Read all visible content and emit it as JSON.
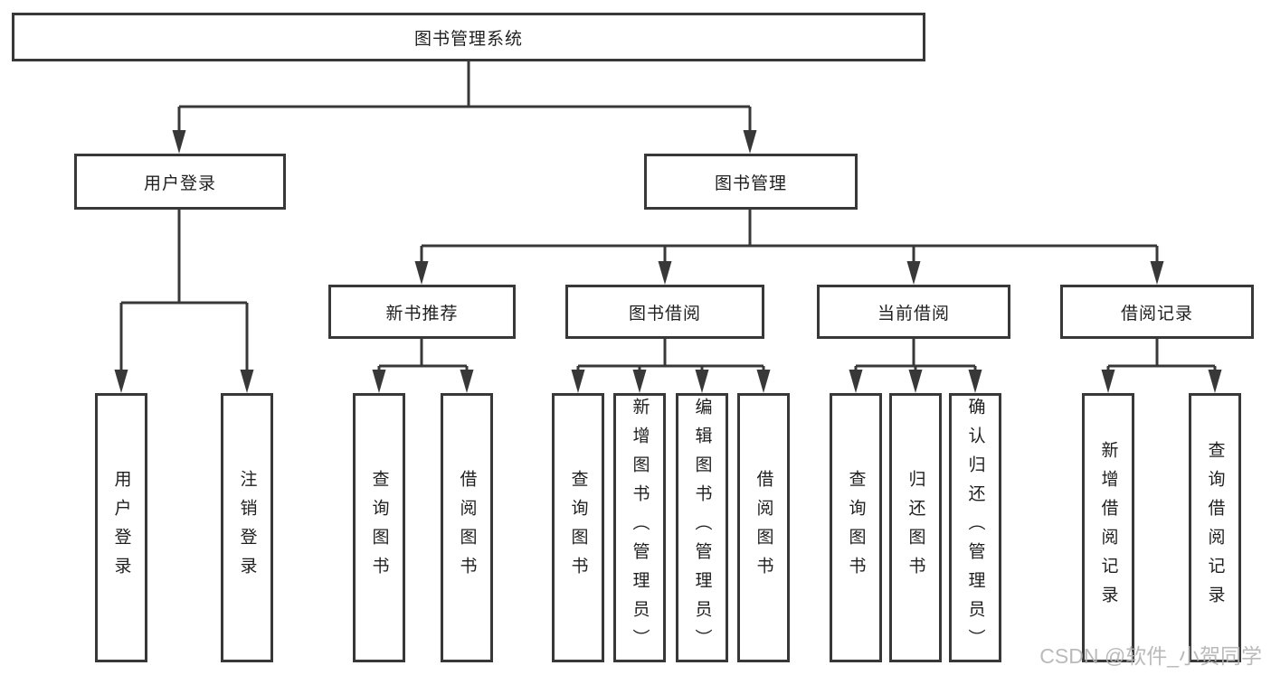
{
  "diagram": {
    "root": "图书管理系统",
    "branches": [
      {
        "label": "用户登录",
        "children": [
          "用户登录",
          "注销登录"
        ]
      },
      {
        "label": "图书管理",
        "groups": [
          {
            "label": "新书推荐",
            "children": [
              "查询图书",
              "借阅图书"
            ]
          },
          {
            "label": "图书借阅",
            "children": [
              "查询图书",
              "新增图书（管理员）",
              "编辑图书（管理员）",
              "借阅图书"
            ]
          },
          {
            "label": "当前借阅",
            "children": [
              "查询图书",
              "归还图书",
              "确认归还（管理员）"
            ]
          },
          {
            "label": "借阅记录",
            "children": [
              "新增借阅记录",
              "查询借阅记录"
            ]
          }
        ]
      }
    ]
  },
  "watermark": "CSDN @软件_小贺同学",
  "colors": {
    "line": "#383838",
    "text": "#1f1f1f",
    "watermark": "#b3b3b3",
    "background": "#ffffff"
  }
}
